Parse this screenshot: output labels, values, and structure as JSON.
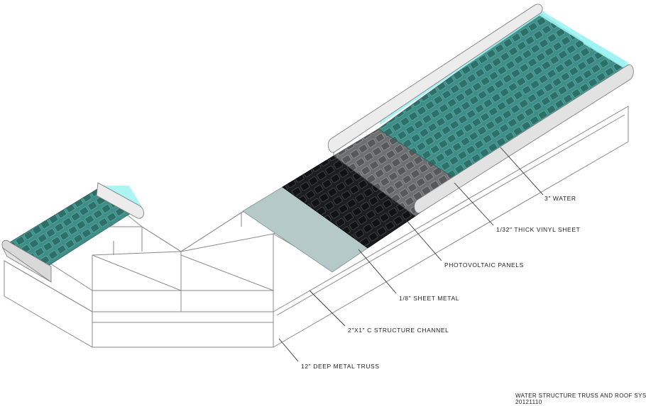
{
  "diagram": {
    "callouts": [
      {
        "key": "water",
        "label": "3\" WATER"
      },
      {
        "key": "vinyl",
        "label": "1/32\" THICK VINYL SHEET"
      },
      {
        "key": "pv",
        "label": "PHOTOVOLTAIC PANELS"
      },
      {
        "key": "sheet_metal",
        "label": "1/8\" SHEET METAL"
      },
      {
        "key": "channel",
        "label": "2\"X1\" C STRUCTURE CHANNEL"
      },
      {
        "key": "truss",
        "label": "12\" DEEP METAL TRUSS"
      }
    ],
    "title_block": {
      "title": "WATER STRUCTURE TRUSS AND ROOF SYSTEMS",
      "code": "20121110"
    },
    "colors": {
      "water": "#3f8f88",
      "water_highlight": "#9ff2f2",
      "vinyl": "#6d6f70",
      "photovoltaic": "#1b1d1e",
      "sheet_metal": "#b6c9c9",
      "truss_line": "#8a8a8a"
    }
  }
}
